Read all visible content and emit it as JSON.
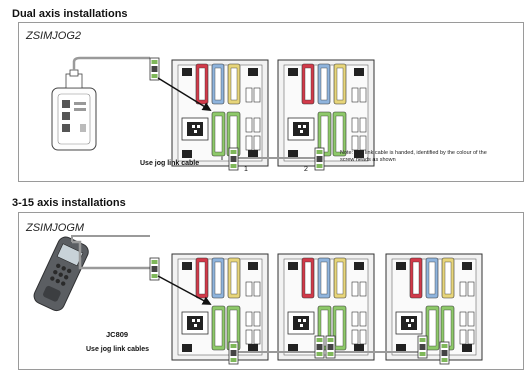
{
  "sections": [
    {
      "heading": "Dual axis installations",
      "panel_title": "ZSIMJOG2",
      "cable_label": "Use jog link cable",
      "port_numbers": [
        "1",
        "2"
      ],
      "note": "Note: Jog link cable is handed, identified by the colour of the screw heads as shown"
    },
    {
      "heading": "3-15 axis installations",
      "panel_title": "ZSIMJOGM",
      "device_label": "JC809",
      "cable_label": "Use jog link cables"
    }
  ],
  "colors": {
    "connector_red": "#d23a4a",
    "connector_blue": "#8fb4dd",
    "connector_yellow": "#e7d57a",
    "connector_green": "#8ec96a",
    "cable_grey": "#9a9a9a"
  }
}
